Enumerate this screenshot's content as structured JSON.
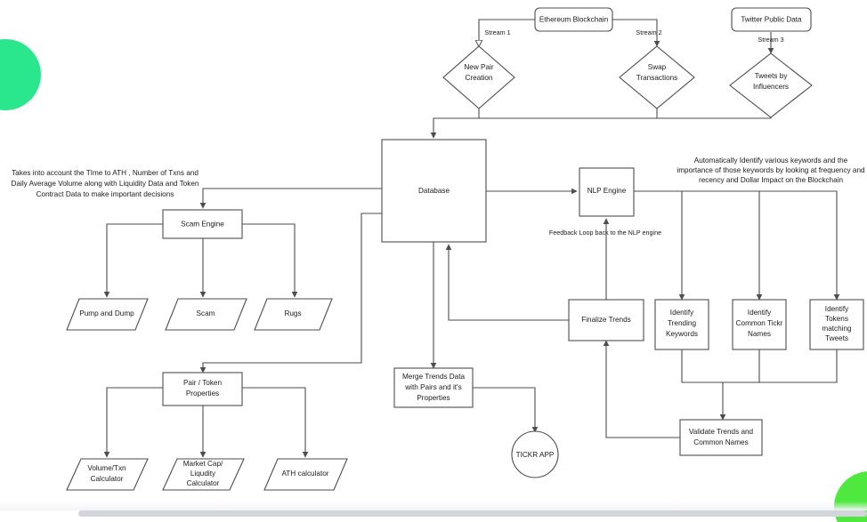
{
  "diagram": {
    "title": "TICKR Data Pipeline Flowchart",
    "stroke_color": "#4d4d4d",
    "node_fill": "#ffffff",
    "text_color": "#1a1a1a"
  },
  "decorations": {
    "top_left_circle_color": "#2ae78d",
    "bottom_right_circle_color": "#4ee83e",
    "scrollbar_color": "#d2d5da"
  },
  "sources": [
    {
      "id": "ethereum",
      "label": "Ethereum Blockchain",
      "shape": "rounded-rect"
    },
    {
      "id": "twitter",
      "label": "Twitter Public Data",
      "shape": "rounded-rect"
    }
  ],
  "streams": [
    {
      "id": "stream1",
      "label": "Stream 1",
      "arrowhead": "hollow"
    },
    {
      "id": "stream2",
      "label": "Stream 2",
      "arrowhead": "solid"
    },
    {
      "id": "stream3",
      "label": "Stream 3",
      "arrowhead": "solid"
    }
  ],
  "decisions": [
    {
      "id": "new-pair-creation",
      "lines": [
        "New Pair",
        "Creation"
      ],
      "shape": "diamond"
    },
    {
      "id": "swap-transactions",
      "lines": [
        "Swap",
        "Transactions"
      ],
      "shape": "diamond"
    },
    {
      "id": "tweets-by-influencers",
      "lines": [
        "Tweets by",
        "Influencers"
      ],
      "shape": "diamond"
    }
  ],
  "processes": [
    {
      "id": "database",
      "lines": [
        "Database"
      ],
      "shape": "rect"
    },
    {
      "id": "scam-engine",
      "lines": [
        "Scam Engine"
      ],
      "shape": "rect"
    },
    {
      "id": "pair-token-properties",
      "lines": [
        "Pair / Token",
        "Properties"
      ],
      "shape": "rect"
    },
    {
      "id": "nlp-engine",
      "lines": [
        "NLP Engine"
      ],
      "shape": "rect"
    },
    {
      "id": "finalize-trends",
      "lines": [
        "Finalize Trends"
      ],
      "shape": "rect"
    },
    {
      "id": "identify-trending-keywords",
      "lines": [
        "Identify",
        "Trending",
        "Keywords"
      ],
      "shape": "rect"
    },
    {
      "id": "identify-common-tickr-names",
      "lines": [
        "Identify",
        "Common Tickr",
        "Names"
      ],
      "shape": "rect"
    },
    {
      "id": "identify-tokens-matching-tweets",
      "lines": [
        "Identify",
        "Tokens",
        "matching",
        "Tweets"
      ],
      "shape": "rect"
    },
    {
      "id": "validate-trends",
      "lines": [
        "Validate Trends and",
        "Common Names"
      ],
      "shape": "rect"
    },
    {
      "id": "merge-trends-data",
      "lines": [
        "Merge Trends Data",
        "with Pairs and it's",
        "Properties"
      ],
      "shape": "rect"
    }
  ],
  "outputs": [
    {
      "id": "pump-and-dump",
      "lines": [
        "Pump and Dump"
      ],
      "shape": "parallelogram"
    },
    {
      "id": "scam",
      "lines": [
        "Scam"
      ],
      "shape": "parallelogram"
    },
    {
      "id": "rugs",
      "lines": [
        "Rugs"
      ],
      "shape": "parallelogram"
    },
    {
      "id": "volume-txn-calculator",
      "lines": [
        "Volume/Txn",
        "Calculator"
      ],
      "shape": "parallelogram"
    },
    {
      "id": "market-cap-liqudity-calculator",
      "lines": [
        "Market Cap/",
        "Liqudity",
        "Calculator"
      ],
      "shape": "parallelogram"
    },
    {
      "id": "ath-calculator",
      "lines": [
        "ATH calculator"
      ],
      "shape": "parallelogram"
    }
  ],
  "terminals": [
    {
      "id": "tickr-app",
      "label": "TICKR APP",
      "shape": "circle"
    }
  ],
  "notes": [
    {
      "id": "scam-engine-note",
      "lines": [
        "Takes into account the TIme to ATH , Number of Txns  and",
        "Daily Average Volume along with Liquidity Data and Token",
        "Contract Data to make important decisions"
      ]
    },
    {
      "id": "nlp-engine-note",
      "lines": [
        "Automatically Identify various keywords and the",
        "importance of those keywords by looking at frequency and",
        "recency and Dollar Impact on the Blockchain"
      ]
    }
  ],
  "edge_labels": [
    {
      "id": "feedback-loop-label",
      "text": "Feedback Loop back to the NLP engine"
    }
  ],
  "node_text": {
    "ethereum": "Ethereum Blockchain",
    "twitter": "Twitter Public Data",
    "stream1": "Stream 1",
    "stream2": "Stream 2",
    "stream3": "Stream 3",
    "new_pair_1": "New Pair",
    "new_pair_2": "Creation",
    "swap_1": "Swap",
    "swap_2": "Transactions",
    "tweets_1": "Tweets by",
    "tweets_2": "Influencers",
    "database": "Database",
    "scam_engine": "Scam Engine",
    "pump_and_dump": "Pump and Dump",
    "scam": "Scam",
    "rugs": "Rugs",
    "pair_token_1": "Pair / Token",
    "pair_token_2": "Properties",
    "volume_txn_1": "Volume/Txn",
    "volume_txn_2": "Calculator",
    "marketcap_1": "Market Cap/",
    "marketcap_2": "Liqudity",
    "marketcap_3": "Calculator",
    "ath_calculator": "ATH calculator",
    "nlp_engine": "NLP Engine",
    "feedback_loop": "Feedback Loop back to the NLP engine",
    "finalize_trends": "Finalize Trends",
    "ident_trend_1": "Identify",
    "ident_trend_2": "Trending",
    "ident_trend_3": "Keywords",
    "ident_tickr_1": "Identify",
    "ident_tickr_2": "Common Tickr",
    "ident_tickr_3": "Names",
    "ident_tokens_1": "Identify",
    "ident_tokens_2": "Tokens",
    "ident_tokens_3": "matching",
    "ident_tokens_4": "Tweets",
    "validate_1": "Validate Trends and",
    "validate_2": "Common Names",
    "merge_1": "Merge Trends Data",
    "merge_2": "with Pairs and it's",
    "merge_3": "Properties",
    "tickr_app": "TICKR APP",
    "note_scam_1": "Takes into account the TIme to ATH , Number of Txns  and",
    "note_scam_2": "Daily Average Volume along with Liquidity Data and Token",
    "note_scam_3": "Contract Data to make important decisions",
    "note_nlp_1": "Automatically Identify various keywords and the",
    "note_nlp_2": "importance of those keywords by looking at frequency and",
    "note_nlp_3": "recency and Dollar Impact on the Blockchain"
  }
}
